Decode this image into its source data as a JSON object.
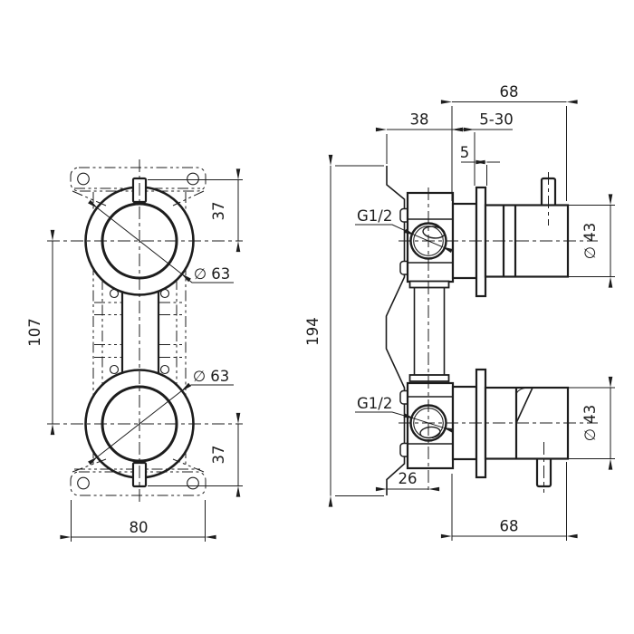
{
  "drawing": {
    "colors": {
      "background": "#ffffff",
      "line": "#1d1d1d",
      "text": "#1d1d1d"
    },
    "front_view": {
      "labels": {
        "dia_top": "∅ 63",
        "dia_bottom": "∅ 63",
        "offset_top": "37",
        "offset_bottom": "37",
        "center_spacing": "107",
        "bracket_width": "80"
      }
    },
    "side_view": {
      "labels": {
        "total_depth_top": "68",
        "rough_in_depth": "38",
        "adjustment_range": "5-30",
        "plate_thickness": "5",
        "thread_top": "G1/2",
        "thread_bottom": "G1/2",
        "body_dia_top": "∅ 43",
        "body_dia_bottom": "∅ 43",
        "total_height": "194",
        "port_offset": "26",
        "total_depth_bottom": "68"
      }
    }
  }
}
